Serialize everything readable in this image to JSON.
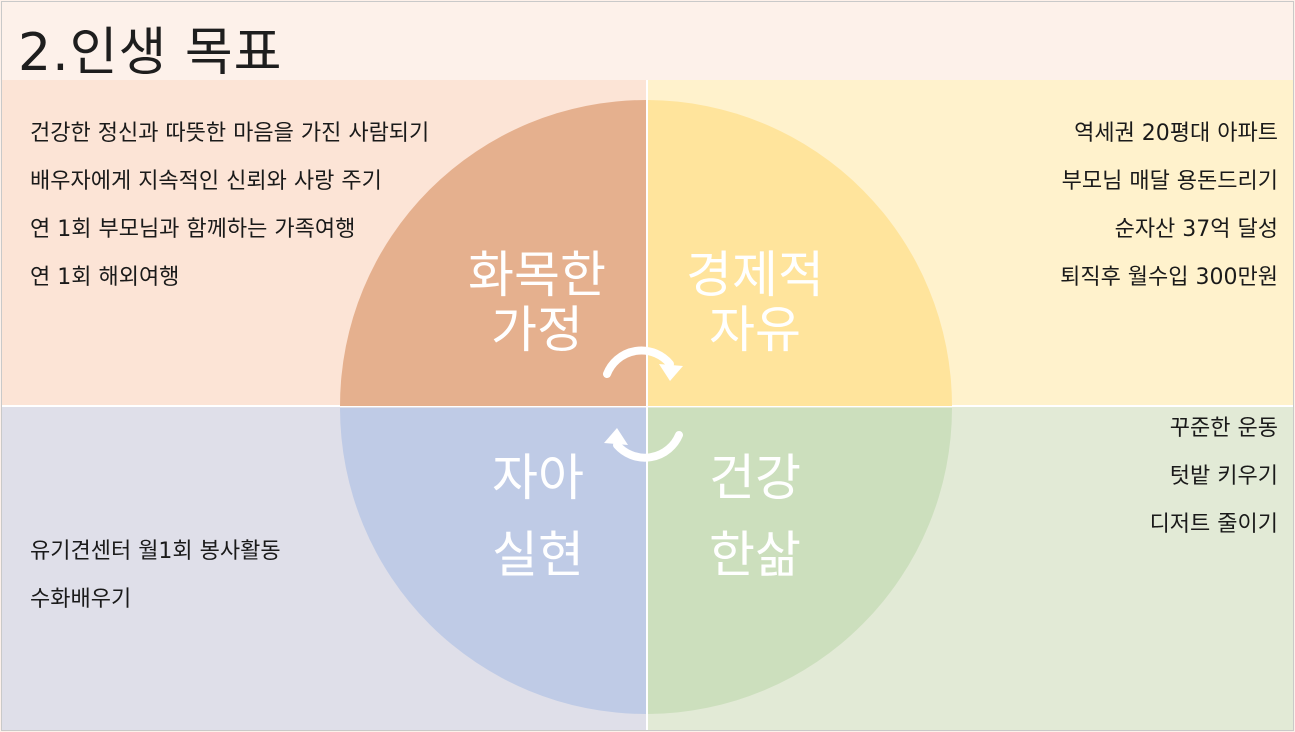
{
  "title": "2.인생 목표",
  "colors": {
    "family": "#e5b08e",
    "finance": "#ffe49c",
    "self": "#bfcbe6",
    "health": "#ccdfbd",
    "label": "#ffffff"
  },
  "segments": {
    "family": {
      "line1": "화목한",
      "line2": "가정"
    },
    "finance": {
      "line1": "경제적",
      "line2": "자유"
    },
    "self": {
      "line1": "자아",
      "line2": "실현"
    },
    "health": {
      "line1": "건강",
      "line2": "한삶"
    }
  },
  "cycle_icon": "circular-arrows-icon",
  "goals": {
    "family": [
      "건강한 정신과 따뜻한 마음을 가진 사람되기",
      "배우자에게 지속적인 신뢰와 사랑 주기",
      "연 1회 부모님과 함께하는 가족여행",
      "연 1회 해외여행"
    ],
    "finance": [
      "역세권 20평대 아파트",
      "부모님 매달 용돈드리기",
      "순자산 37억 달성",
      "퇴직후 월수입 300만원"
    ],
    "health": [
      "꾸준한 운동",
      "텃밭 키우기",
      "디저트 줄이기"
    ],
    "self": [
      "유기견센터 월1회 봉사활동",
      "수화배우기"
    ]
  }
}
